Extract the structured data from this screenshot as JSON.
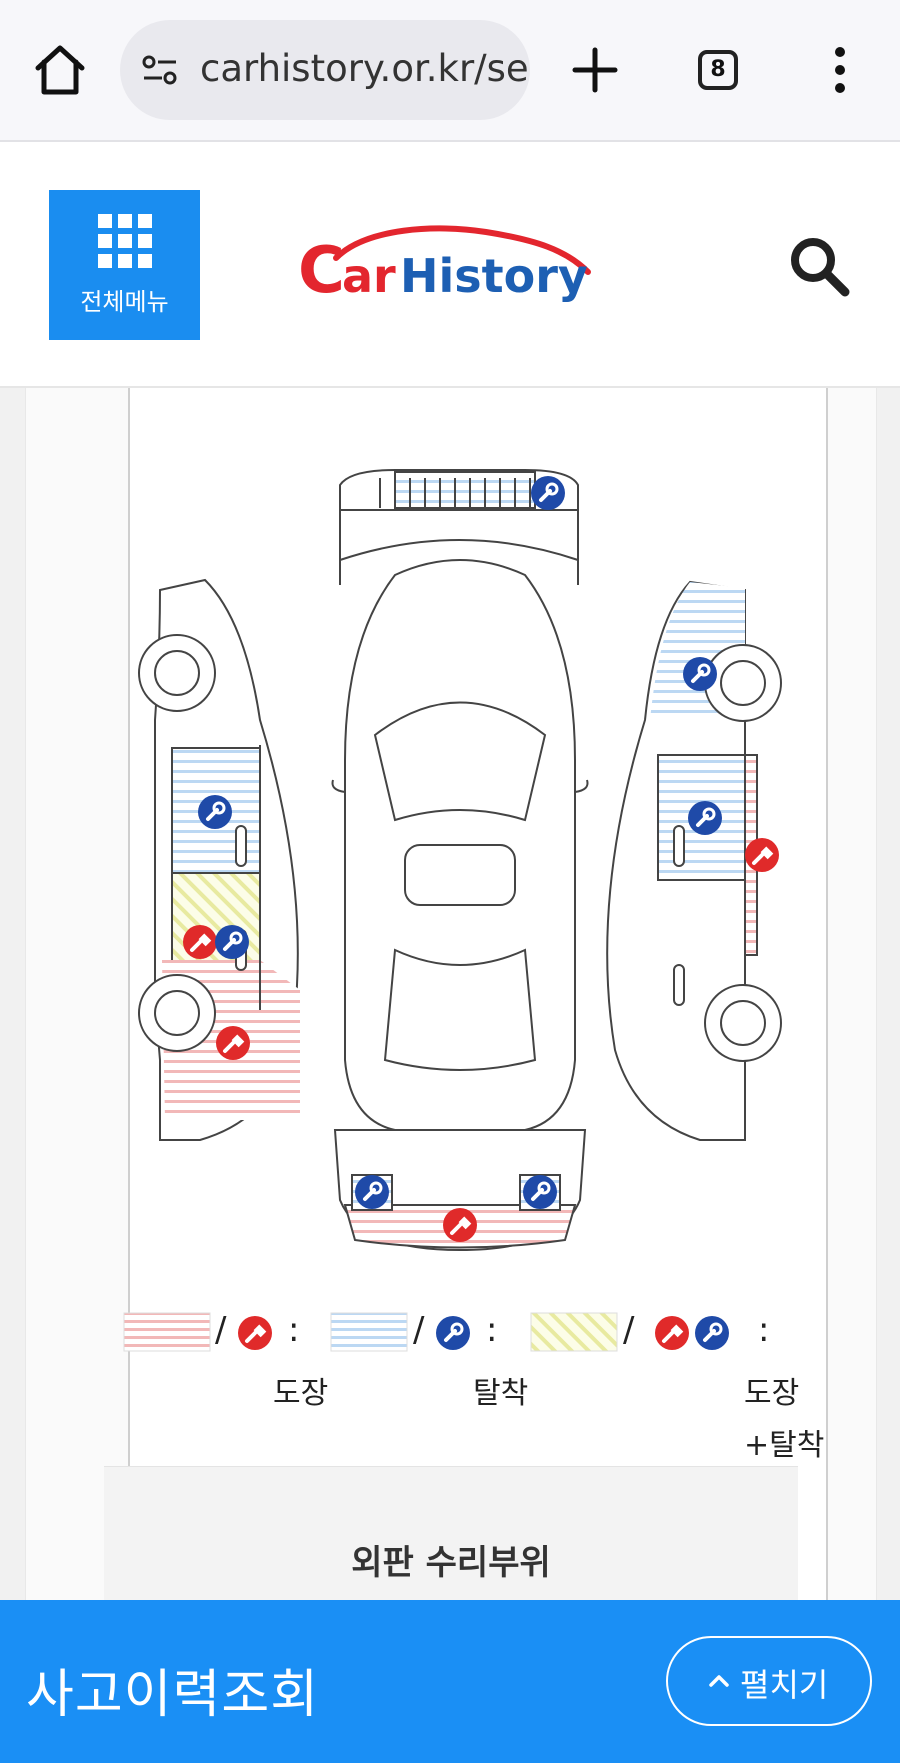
{
  "browser": {
    "url": "carhistory.or.kr/se",
    "tab_count": "8"
  },
  "header": {
    "menu_label": "전체메뉴",
    "logo_text": "CarHistory"
  },
  "diagram": {
    "legend": [
      {
        "label": "도장",
        "pattern": "red-stripes",
        "icons": [
          "paint-icon"
        ]
      },
      {
        "label": "탈착",
        "pattern": "blue-stripes",
        "icons": [
          "wrench-icon"
        ]
      },
      {
        "label_line1": "도장",
        "label_line2": "+탈착",
        "pattern": "yellow-diagonal",
        "icons": [
          "paint-icon",
          "wrench-icon"
        ]
      }
    ],
    "separator": "/",
    "colon": ":"
  },
  "summary": {
    "title": "외판 수리부위"
  },
  "bottom": {
    "title": "사고이력조회",
    "expand_label": "펼치기"
  },
  "colors": {
    "accent": "#1a8ff5",
    "paint": "#e02a2a",
    "detach": "#1f4aa8",
    "paint_stripe": "#f2b8b8",
    "detach_stripe": "#bcd8f3",
    "both_stripe": "#e8eaa0"
  }
}
